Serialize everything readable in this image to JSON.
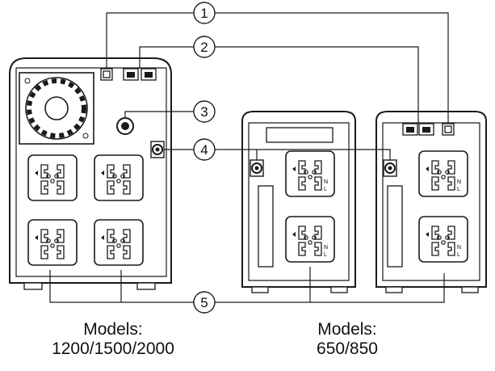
{
  "callouts": [
    "1",
    "2",
    "3",
    "4",
    "5"
  ],
  "captions": {
    "left": {
      "line1": "Models:",
      "line2": "1200/1500/2000"
    },
    "right": {
      "line1": "Models:",
      "line2": "650/850"
    }
  },
  "outlet_labels": {
    "neutral": "N",
    "live": "L"
  },
  "colors": {
    "stroke": "#1a1a1a",
    "panel": "#ffffff"
  }
}
